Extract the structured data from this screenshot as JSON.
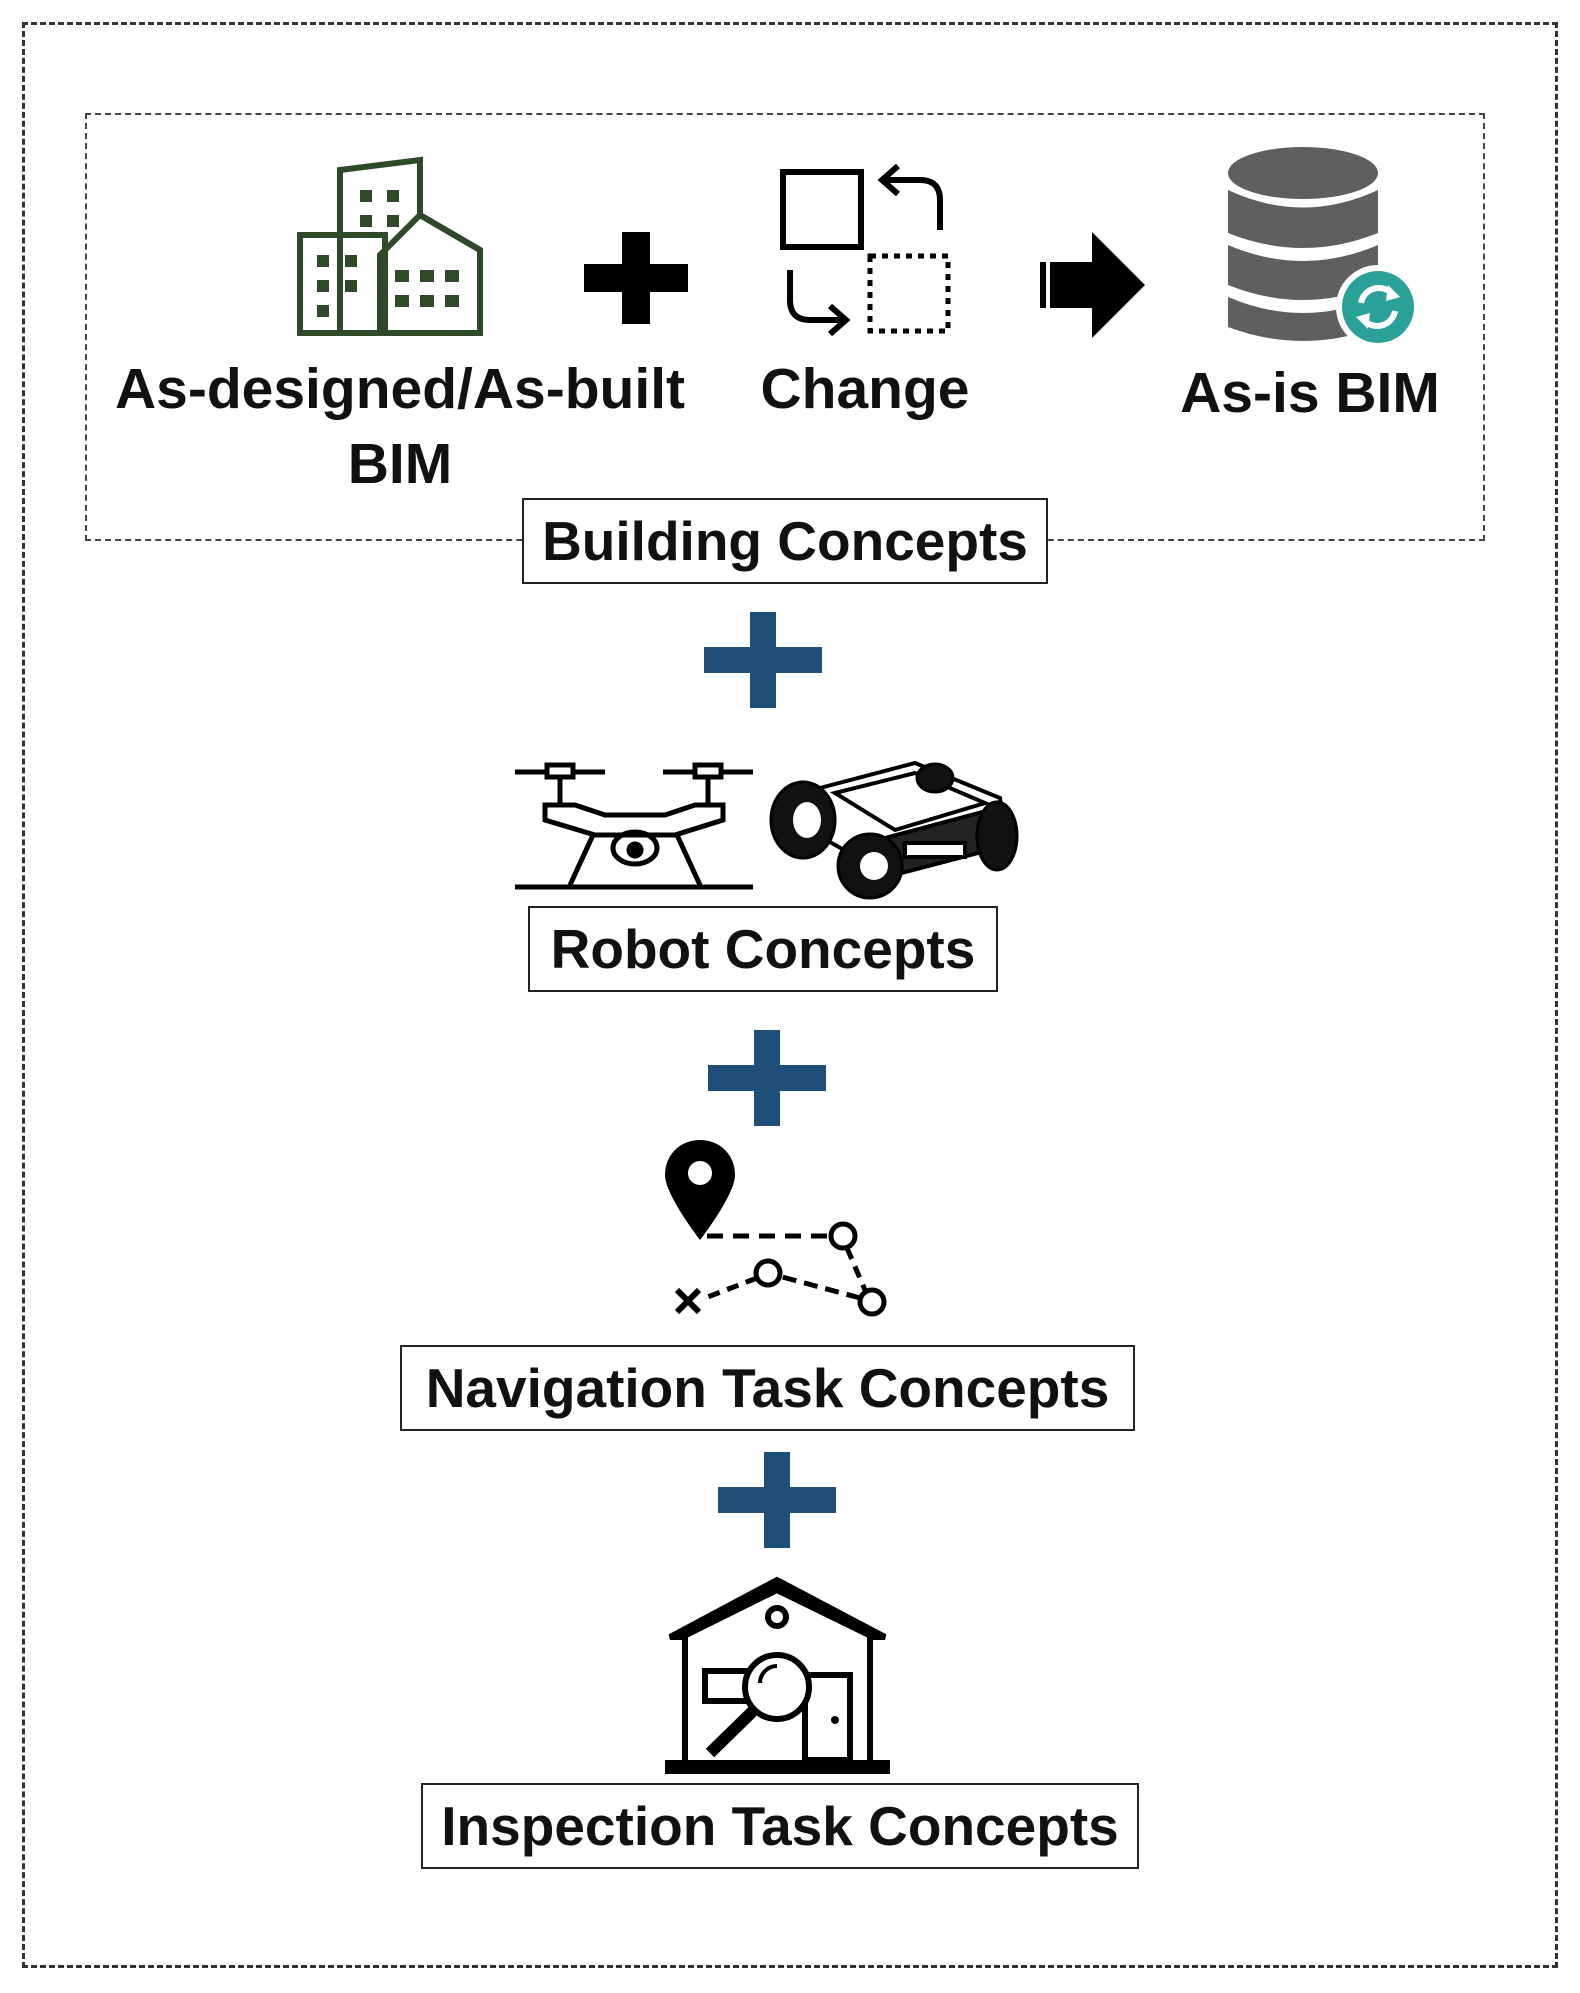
{
  "building": {
    "as_built_label_line1": "As-designed/As-built",
    "as_built_label_line2": "BIM",
    "change_label": "Change",
    "asis_label": "As-is BIM",
    "box_label": "Building Concepts"
  },
  "robot": {
    "box_label": "Robot Concepts"
  },
  "navigation": {
    "box_label": "Navigation Task Concepts"
  },
  "inspection": {
    "box_label": "Inspection Task Concepts"
  },
  "colors": {
    "building_icon": "#2e4a28",
    "plus_blue": "#1f4e79",
    "sync_badge": "#2aa198",
    "db_gray": "#5f5f5f"
  },
  "icons": [
    "buildings-icon",
    "plus-icon",
    "change-icon",
    "arrow-right-icon",
    "database-sync-icon",
    "drone-icon",
    "rover-icon",
    "navigation-path-icon",
    "house-inspection-icon"
  ]
}
